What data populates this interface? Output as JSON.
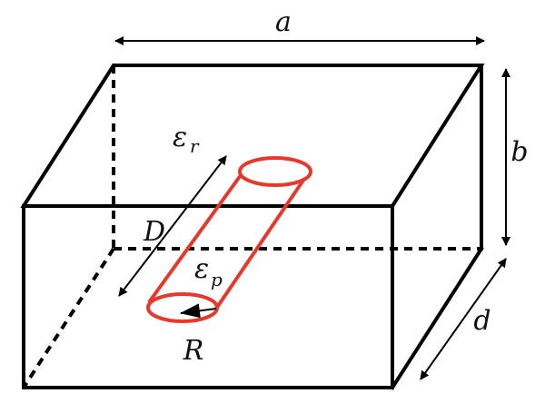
{
  "labels": {
    "a": "a",
    "b": "b",
    "d": "d",
    "D": "D",
    "R": "R",
    "eps_r": "ε",
    "eps_r_sub": "r",
    "eps_p": "ε",
    "eps_p_sub": "p"
  },
  "colors": {
    "box": "#000000",
    "cylinder": "#e8372b"
  }
}
